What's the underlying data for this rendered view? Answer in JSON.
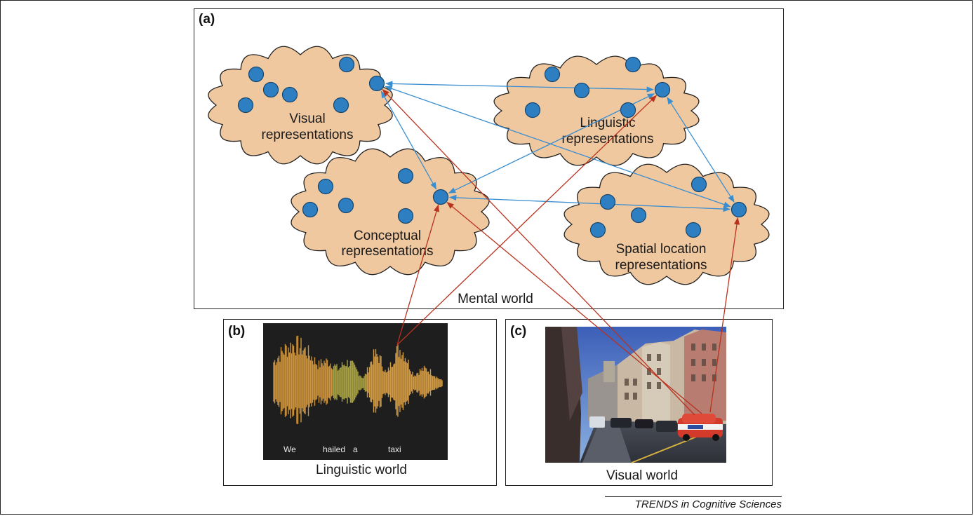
{
  "panels": {
    "a": {
      "label": "(a)",
      "caption": "Mental world"
    },
    "b": {
      "label": "(b)",
      "caption": "Linguistic world",
      "words": [
        "We",
        "hailed",
        "a",
        "taxi"
      ]
    },
    "c": {
      "label": "(c)",
      "caption": "Visual world"
    }
  },
  "clouds": [
    {
      "id": "visual",
      "lines": [
        "Visual",
        "representations"
      ]
    },
    {
      "id": "linguistic",
      "lines": [
        "Linguistic",
        "representations"
      ]
    },
    {
      "id": "conceptual",
      "lines": [
        "Conceptual",
        "representations"
      ]
    },
    {
      "id": "spatial",
      "lines": [
        "Spatial location",
        "representations"
      ]
    }
  ],
  "credit": "TRENDS in Cognitive Sciences",
  "colors": {
    "cloud_fill": "#f0c8a0",
    "cloud_stroke": "#222222",
    "node_fill": "#2e7fc1",
    "blue_arrow": "#3a8ed0",
    "red_arrow": "#b8321e",
    "spectrogram_bg": "#1e1e1e"
  }
}
